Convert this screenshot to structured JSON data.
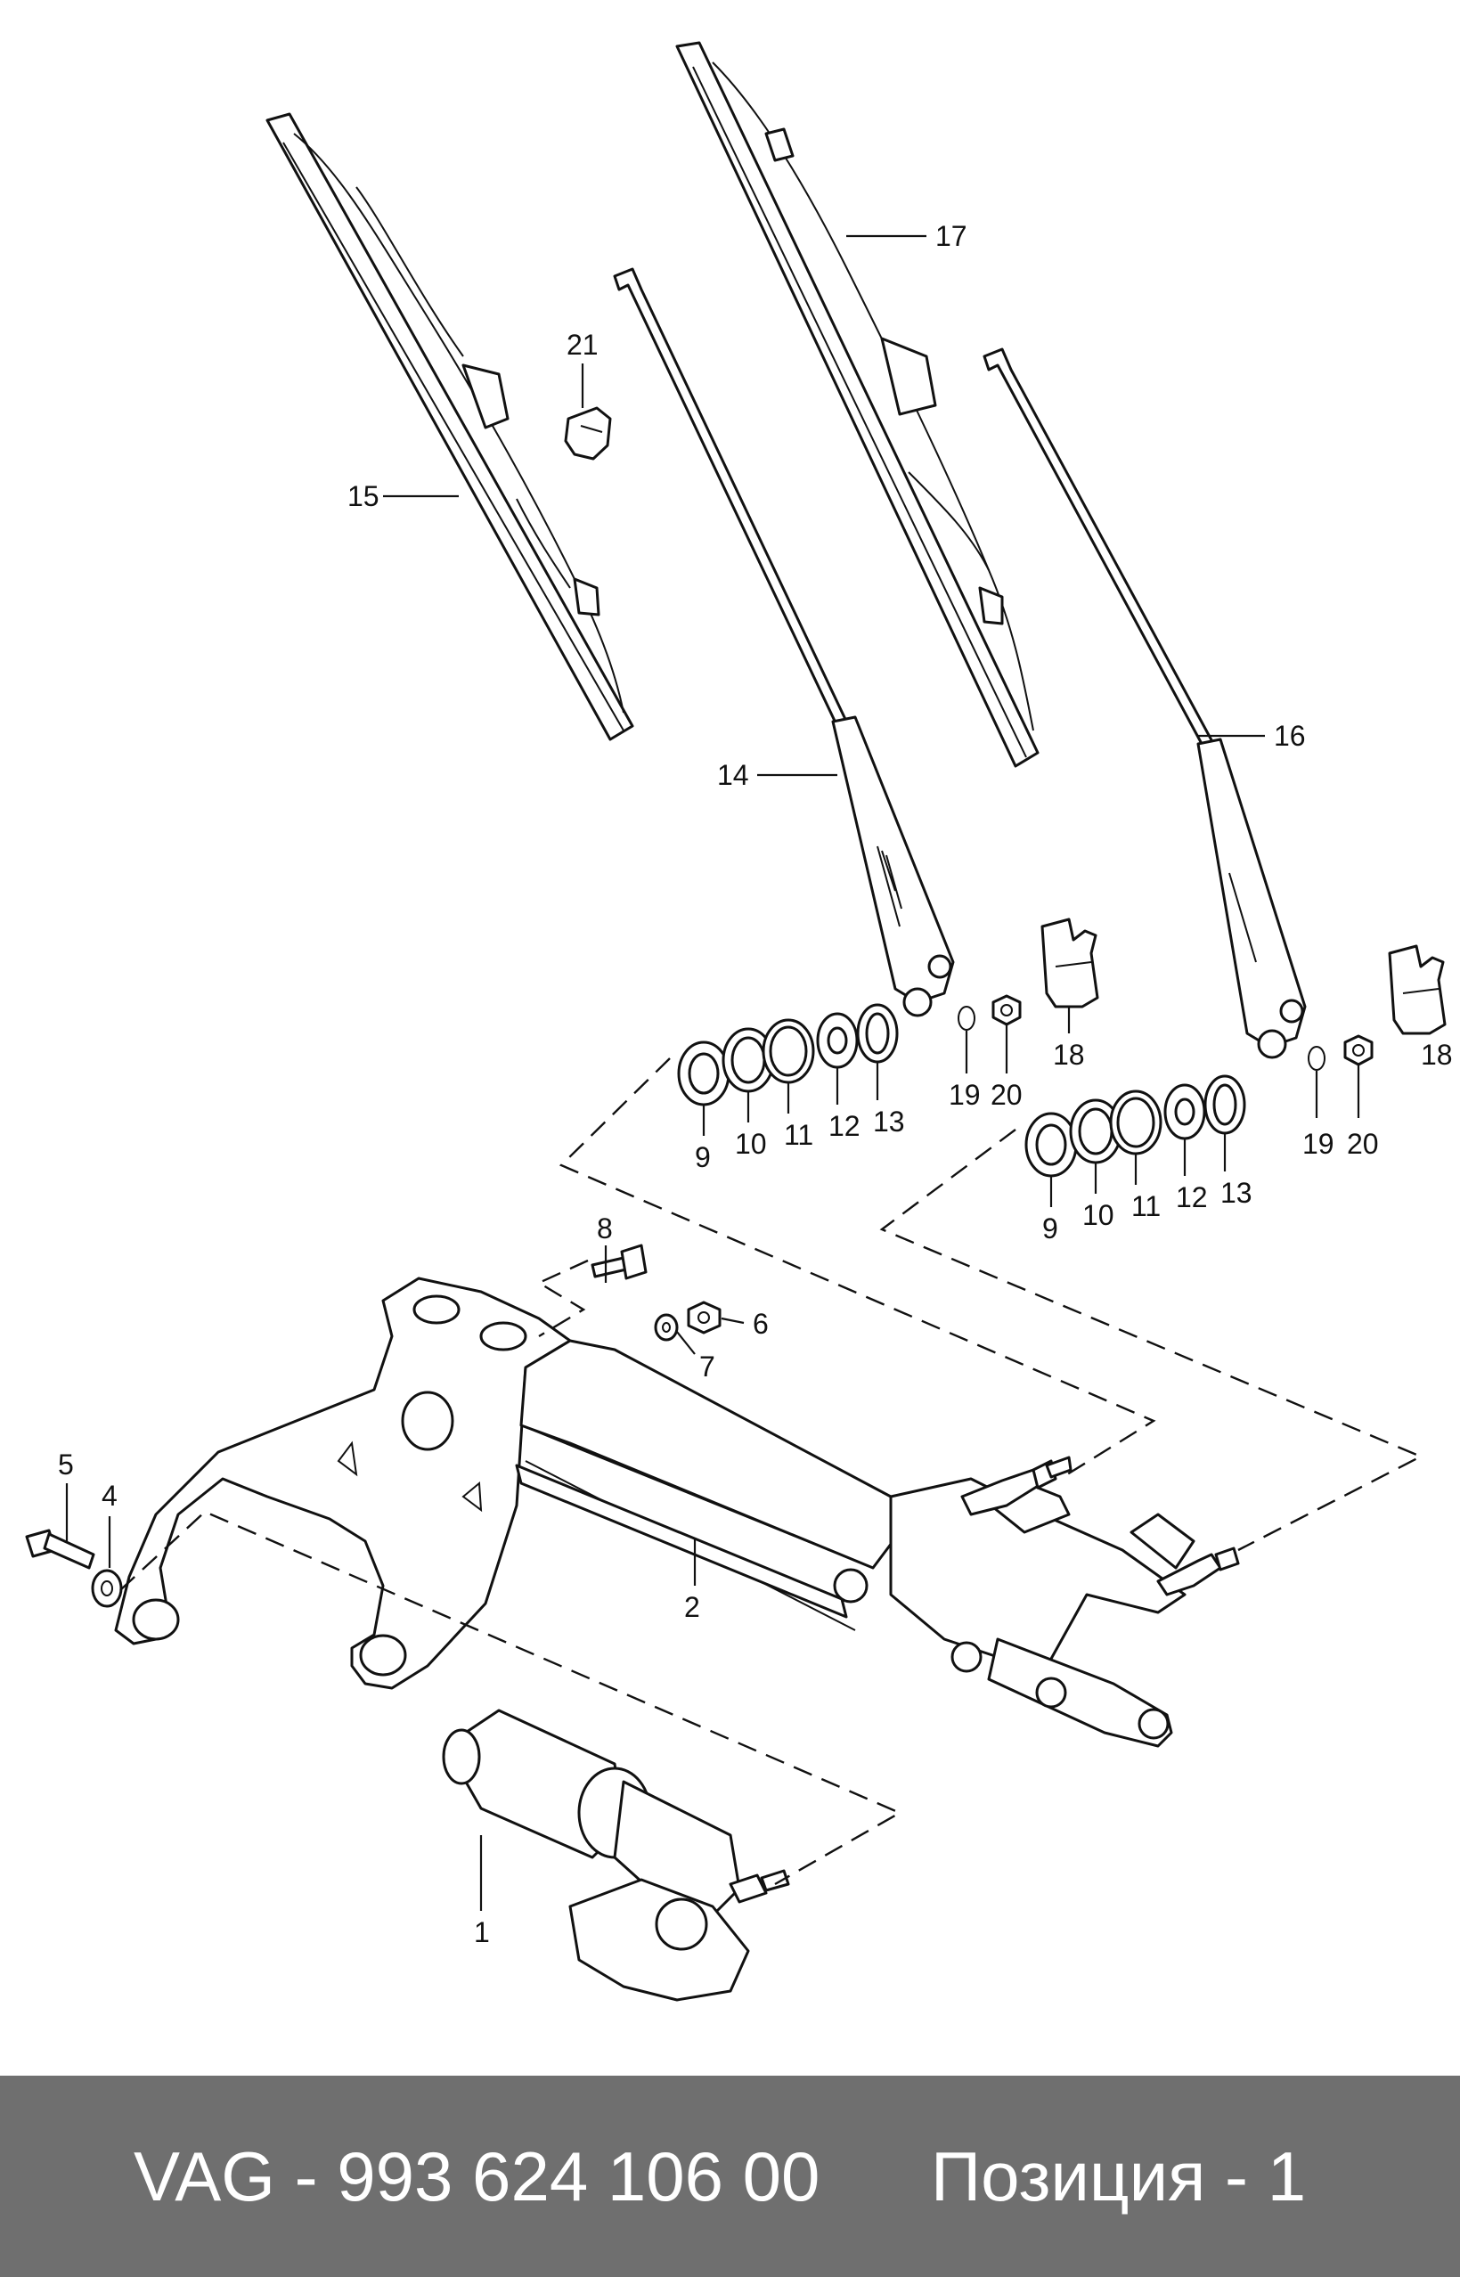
{
  "footer": {
    "part_number": "VAG - 993 624 106 00",
    "position": "Позиция - 1"
  },
  "labels": {
    "l1": "1",
    "l2": "2",
    "l4": "4",
    "l5": "5",
    "l6": "6",
    "l7": "7",
    "l8": "8",
    "l9a": "9",
    "l9b": "9",
    "l10a": "10",
    "l10b": "10",
    "l11a": "11",
    "l11b": "11",
    "l12a": "12",
    "l12b": "12",
    "l13a": "13",
    "l13b": "13",
    "l14": "14",
    "l15": "15",
    "l16": "16",
    "l17": "17",
    "l18a": "18",
    "l18b": "18",
    "l19a": "19",
    "l19b": "19",
    "l20a": "20",
    "l20b": "20",
    "l21": "21"
  }
}
